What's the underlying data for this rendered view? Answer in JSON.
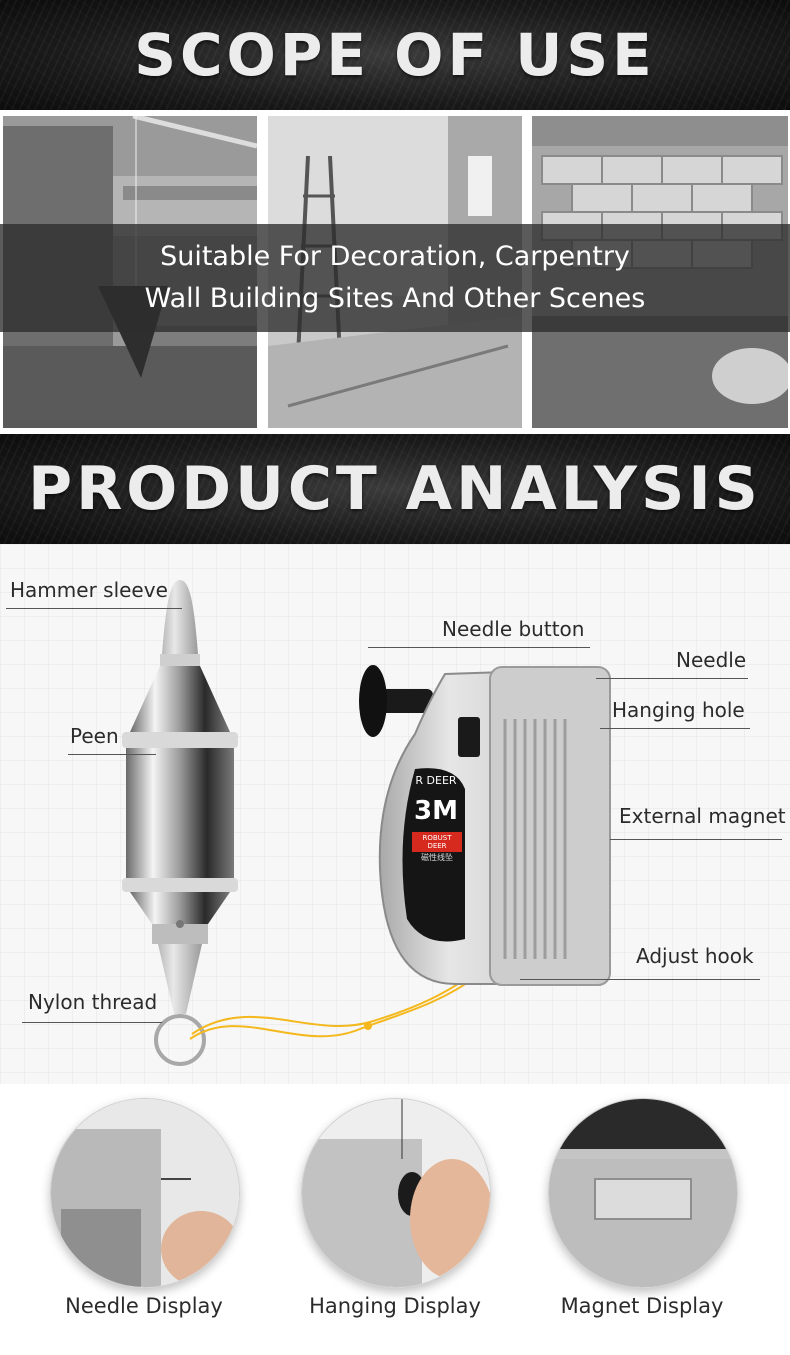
{
  "scope_section": {
    "title": "SCOPE OF USE",
    "caption_line1": "Suitable For Decoration, Carpentry",
    "caption_line2": "Wall Building Sites And Other Scenes"
  },
  "analysis_section": {
    "title": "PRODUCT ANALYSIS",
    "labels": {
      "hammer_sleeve": "Hammer sleeve",
      "peen": "Peen",
      "nylon_thread": "Nylon thread",
      "needle_button": "Needle button",
      "needle": "Needle",
      "hanging_hole": "Hanging hole",
      "external_magnet": "External magnet",
      "adjust_hook": "Adjust hook"
    },
    "device_badge": {
      "brand": "R DEER",
      "size": "3M",
      "model": "ROBUST DEER",
      "sub": "磁性线坠"
    }
  },
  "details_section": {
    "items": [
      {
        "label": "Needle Display"
      },
      {
        "label": "Hanging Display"
      },
      {
        "label": "Magnet Display"
      }
    ]
  },
  "colors": {
    "banner_dark": "#1a1a1a",
    "banner_text": "#ececec",
    "device_silver": "#c8c8c8",
    "badge_black": "#151515",
    "badge_red": "#d62a1e",
    "badge_yellow": "#f3c21b",
    "thread_yellow": "#f4b81c"
  }
}
